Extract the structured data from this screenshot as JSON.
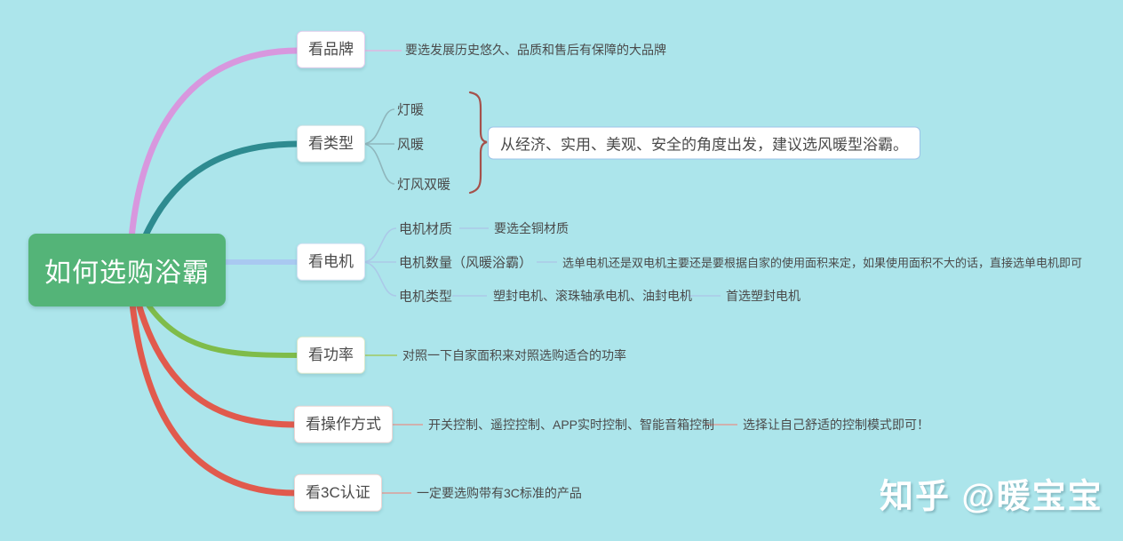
{
  "colors": {
    "background": "#ace5eb",
    "root": "#54b478",
    "brand": "#d897de",
    "type": "#2e8b90",
    "motor": "#a9c9f1",
    "power": "#7fbc4a",
    "operation": "#e15a4d",
    "cert": "#e15a4d",
    "brace": "#a5514b",
    "text": "#4a4a4a"
  },
  "root": {
    "label": "如何选购浴霸"
  },
  "branches": [
    {
      "key": "brand",
      "label": "看品牌",
      "color": "#d897de",
      "note": "要选发展历史悠久、品质和售后有保障的大品牌"
    },
    {
      "key": "type",
      "label": "看类型",
      "color": "#2e8b90",
      "children": [
        "灯暖",
        "风暖",
        "灯风双暖"
      ],
      "conclusion": "从经济、实用、美观、安全的角度出发，建议选风暖型浴霸。"
    },
    {
      "key": "motor",
      "label": "看电机",
      "color": "#a9c9f1",
      "children": [
        {
          "label": "电机材质",
          "note": "要选全铜材质"
        },
        {
          "label": "电机数量（风暖浴霸）",
          "note": "选单电机还是双电机主要还是要根据自家的使用面积来定，如果使用面积不大的话，直接选单电机即可"
        },
        {
          "label": "电机类型",
          "note": "塑封电机、滚珠轴承电机、油封电机",
          "conclusion": "首选塑封电机"
        }
      ]
    },
    {
      "key": "power",
      "label": "看功率",
      "color": "#7fbc4a",
      "note": "对照一下自家面积来对照选购适合的功率"
    },
    {
      "key": "operation",
      "label": "看操作方式",
      "color": "#e15a4d",
      "note": "开关控制、遥控控制、APP实时控制、智能音箱控制",
      "conclusion": "选择让自己舒适的控制模式即可！"
    },
    {
      "key": "cert",
      "label": "看3C认证",
      "color": "#e15a4d",
      "note": "一定要选购带有3C标准的产品"
    }
  ],
  "watermark": "知乎 @暖宝宝"
}
